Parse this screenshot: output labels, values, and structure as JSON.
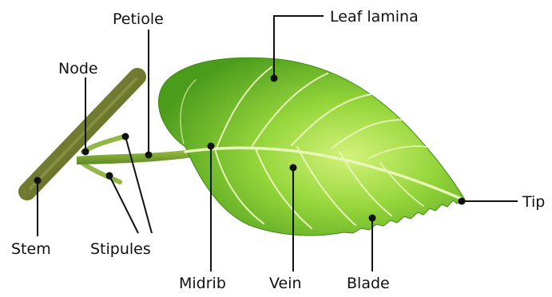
{
  "labels": {
    "leaf_lamina": "Leaf lamina",
    "petiole": "Petiole",
    "node": "Node",
    "tip": "Tip",
    "stem": "Stem",
    "stipules": "Stipules",
    "midrib": "Midrib",
    "vein": "Vein",
    "blade": "Blade"
  },
  "colors": {
    "leaf_light": "#c8ef6a",
    "leaf_mid": "#7cc62e",
    "leaf_dark": "#3f8f16",
    "stem": "#6e7a2c",
    "stem_dark": "#4d561c",
    "leader": "#111111"
  }
}
